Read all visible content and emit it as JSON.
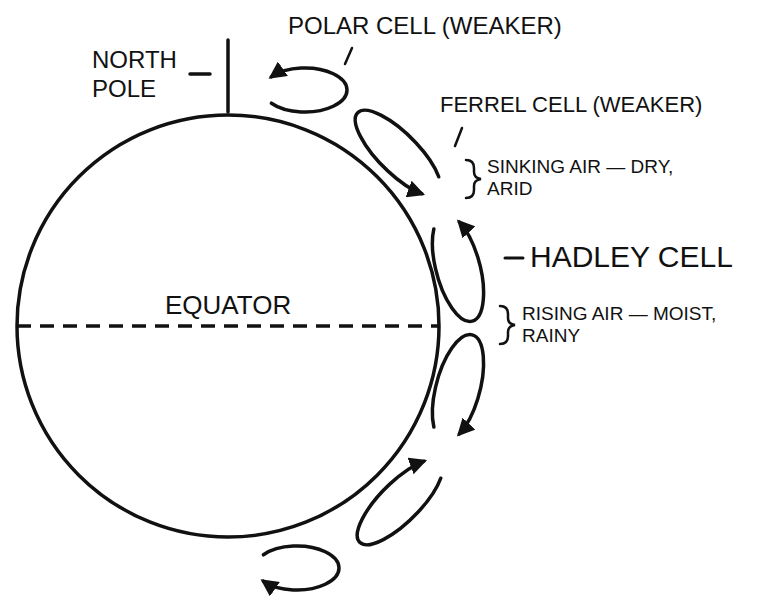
{
  "diagram": {
    "nodes": [
      {
        "text": [
          "EQUATOR"
        ]
      }
    ],
    "labels": [
      "NORTH POLE",
      "POLAR CELL (WEAKER)",
      "FERREL CELL (WEAKER)",
      "SINKING AIR — DRY, ARID",
      "HADLEY CELL",
      "RISING AIR — MOIST, RAINY"
    ]
  }
}
